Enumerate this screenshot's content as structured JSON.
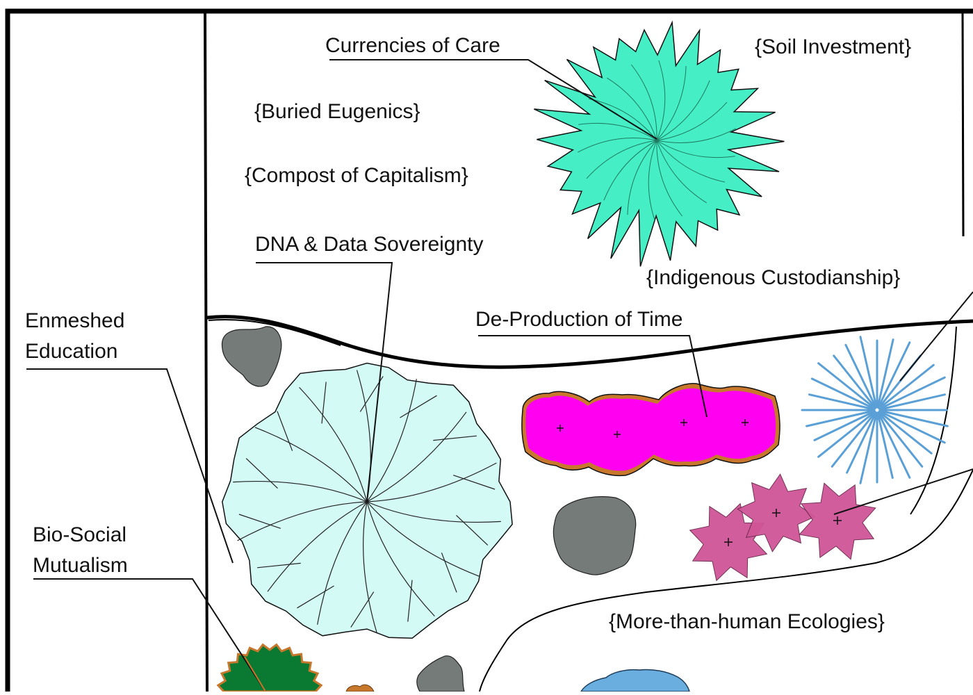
{
  "labels": {
    "currencies_of_care": "Currencies of Care",
    "soil_investment": "{Soil Investment}",
    "buried_eugenics": "{Buried Eugenics}",
    "compost_of_capitalism": "{Compost of Capitalism}",
    "dna_data_sovereignty": "DNA & Data Sovereignty",
    "indigenous_custodianship": "{Indigenous Custodianship}",
    "de_production_of_time": "De-Production of Time",
    "enmeshed_education_line1": "Enmeshed",
    "enmeshed_education_line2": "Education",
    "bio_social_line1": "Bio-Social",
    "bio_social_line2": "Mutualism",
    "more_than_human": "{More-than-human Ecologies}"
  },
  "colors": {
    "teal_plant": "#45eec4",
    "ice_plant": "#d4faf6",
    "magenta_plant": "#ff00f0",
    "magenta_edge": "#c8782c",
    "pink_flowers": "#cf5597",
    "blue_star": "#5aa0d6",
    "rock": "#757b78",
    "green_plant": "#0a7a32",
    "blue_blob": "#6aaee0",
    "ink": "#111111"
  },
  "icons": [
    "rock-shape",
    "starburst-plant",
    "cell-plant",
    "flower-cluster"
  ]
}
